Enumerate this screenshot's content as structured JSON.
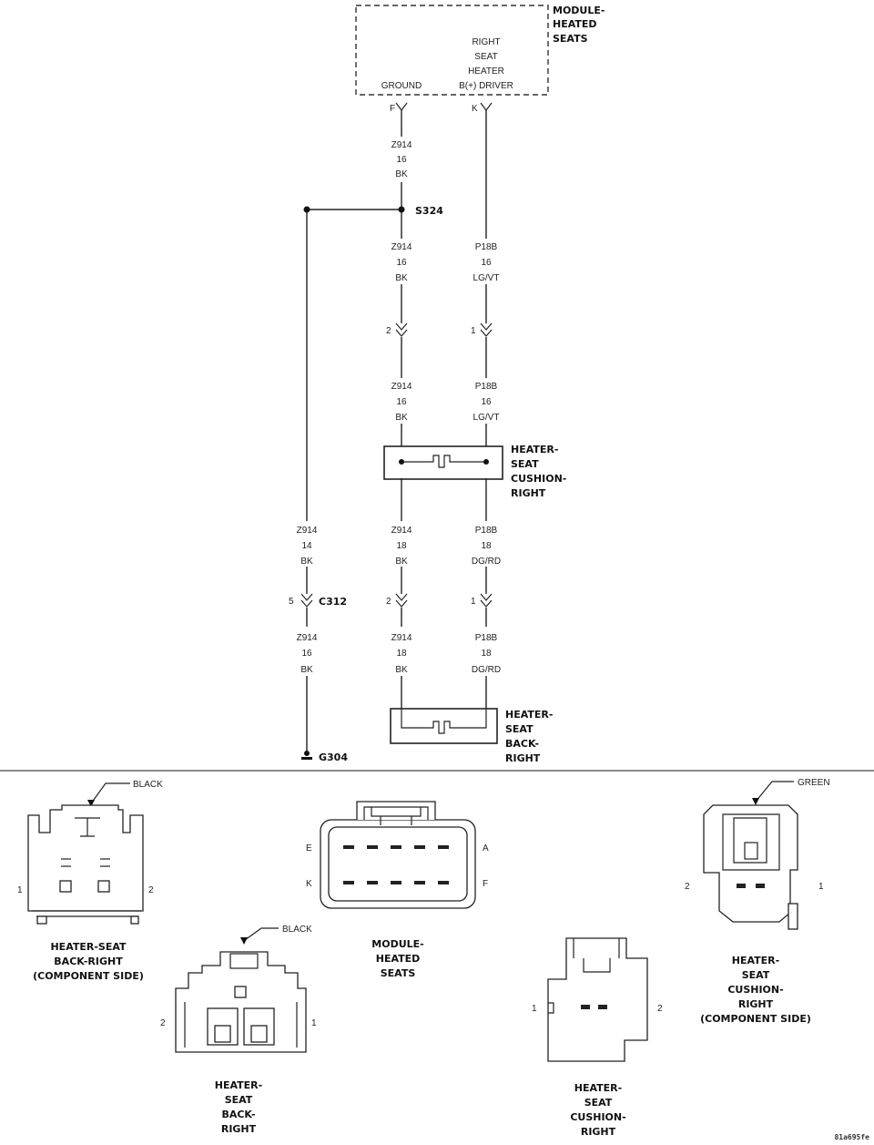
{
  "module": {
    "title_lines": [
      "MODULE-",
      "HEATED",
      "SEATS"
    ],
    "right_heater_lines": [
      "RIGHT",
      "SEAT",
      "HEATER",
      "B(+) DRIVER"
    ],
    "ground_label": "GROUND",
    "pin_f": "F",
    "pin_k": "K"
  },
  "splices": {
    "s324": "S324",
    "c312": "C312",
    "g304": "G304"
  },
  "wires": {
    "gnd_top": [
      "Z914",
      "16",
      "BK"
    ],
    "gnd_a": [
      "Z914",
      "16",
      "BK"
    ],
    "pwr_a": [
      "P18B",
      "16",
      "LG/VT"
    ],
    "gnd_b": [
      "Z914",
      "16",
      "BK"
    ],
    "pwr_b": [
      "P18B",
      "16",
      "LG/VT"
    ],
    "gnd_left_c": [
      "Z914",
      "14",
      "BK"
    ],
    "gnd_c": [
      "Z914",
      "18",
      "BK"
    ],
    "pwr_c": [
      "P18B",
      "18",
      "DG/RD"
    ],
    "gnd_left_d": [
      "Z914",
      "16",
      "BK"
    ],
    "gnd_d": [
      "Z914",
      "18",
      "BK"
    ],
    "pwr_d": [
      "P18B",
      "18",
      "DG/RD"
    ]
  },
  "connector_pins": {
    "upper_gnd": "2",
    "upper_pwr": "1",
    "c312_pin": "5",
    "lower_gnd": "2",
    "lower_pwr": "1"
  },
  "components": {
    "cushion_lines": [
      "HEATER-",
      "SEAT",
      "CUSHION-",
      "RIGHT"
    ],
    "back_lines": [
      "HEATER-",
      "SEAT",
      "BACK-",
      "RIGHT"
    ]
  },
  "views": {
    "back_comp": {
      "callout": "BLACK",
      "pin_left": "1",
      "pin_right": "2",
      "caption_lines": [
        "HEATER-SEAT",
        "BACK-RIGHT",
        "(COMPONENT SIDE)"
      ]
    },
    "back": {
      "callout": "BLACK",
      "pin_left": "2",
      "pin_right": "1",
      "caption_lines": [
        "HEATER-",
        "SEAT",
        "BACK-",
        "RIGHT"
      ]
    },
    "module": {
      "pin_e": "E",
      "pin_a": "A",
      "pin_k": "K",
      "pin_f": "F",
      "caption_lines": [
        "MODULE-",
        "HEATED",
        "SEATS"
      ]
    },
    "cushion": {
      "pin_left": "1",
      "pin_right": "2",
      "caption_lines": [
        "HEATER-",
        "SEAT",
        "CUSHION-",
        "RIGHT"
      ]
    },
    "cushion_comp": {
      "callout": "GREEN",
      "pin_left": "2",
      "pin_right": "1",
      "caption_lines": [
        "HEATER-",
        "SEAT",
        "CUSHION-",
        "RIGHT",
        "(COMPONENT SIDE)"
      ]
    }
  },
  "figure_id": "81a695fe"
}
